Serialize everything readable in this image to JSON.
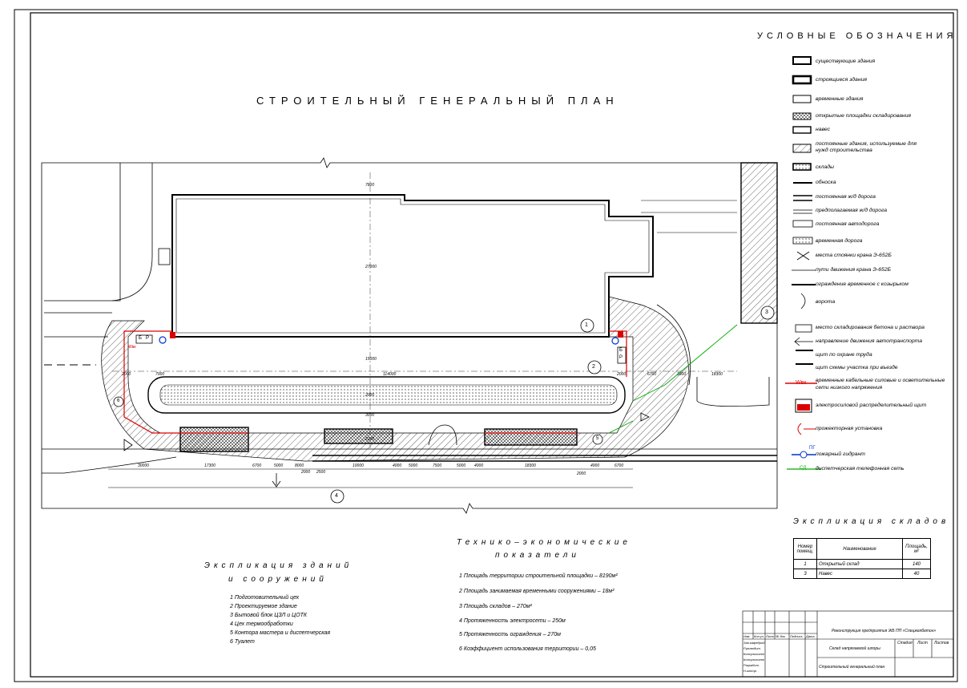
{
  "main_title": "СТРОИТЕЛЬНЫЙ  ГЕНЕРАЛЬНЫЙ  ПЛАН",
  "legend": {
    "title": "УСЛОВНЫЕ  ОБОЗНАЧЕНИЯ",
    "items": [
      "существующие здания",
      "строящиеся здания",
      "временные здания",
      "открытые площадки складирования",
      "навес",
      "постоянные здания, используемые для нужд строительства",
      "склады",
      "обноска",
      "постоянная ж/д дорога",
      "предполагаемая ж/д дорога",
      "постоянная автодорога",
      "временная дорога",
      "места стоянки крана Э-652Б",
      "пути движения крана Э-652Б",
      "ограждение временное с козырьком",
      "ворота",
      "место складирования бетона и раствора",
      "направление движения автотранспорта",
      "щит по охране труда",
      "щит схемы участка при въезде",
      "временные кабельные силовые и осветительные сети низкого напряжения",
      "электросиловой распределительный щит",
      "прожекторная установка",
      "пожарный гидрант",
      "диспетчерская телефонная сеть"
    ],
    "wvk_label": "Wвк",
    "pg_label": "ПГ",
    "sd_label": "СД"
  },
  "plan": {
    "building_numbers": [
      "1",
      "2",
      "3",
      "4",
      "5",
      "6"
    ],
    "dimensions": [
      "2000",
      "7000",
      "114000",
      "2000",
      "6700",
      "1800",
      "18300",
      "30000",
      "17300",
      "6700",
      "5000",
      "8000",
      "10000",
      "4000",
      "5000",
      "7500",
      "5000",
      "4000",
      "18300",
      "4000",
      "6700",
      "2000",
      "2500",
      "2000",
      "7800",
      "3000",
      "2000",
      "15000",
      "27000",
      "2200"
    ],
    "fence_labels": [
      "Б",
      "Р",
      "Б",
      "Р"
    ],
    "wvk": "Wвк"
  },
  "explication_buildings": {
    "title_line1": "Экспликация  зданий",
    "title_line2": "и  сооружений",
    "items": [
      "1   Подготовительный цех",
      "2   Проектируемое здание",
      "3   Бытовой блок ЦЗЛ и ЦОТК",
      "4   Цех термообработки",
      "5   Контора мастера и диспетчерская",
      "6   Туалет"
    ]
  },
  "tech_indicators": {
    "title_line1": "Технико–экономические",
    "title_line2": "показатели",
    "items": [
      "1   Площадь территории строительной площадки  –  8190м²",
      "2   Площадь занимаемая временными сооружениями  –  18м²",
      "3   Площадь складов  –  270м²",
      "4   Протяженность электросети  –  250м",
      "5   Протяженность ограждения  –  270м",
      "6   Коэффициент использования территории  –  0,05"
    ]
  },
  "warehouses": {
    "title": "Экспликация  складов",
    "headers": [
      "Номер помещ.",
      "Наименование",
      "Площадь, м²"
    ],
    "rows": [
      [
        "1",
        "Открытый склад",
        "140"
      ],
      [
        "3",
        "Навес",
        "40"
      ]
    ]
  },
  "stamp": {
    "project": "Реконструкция предприятия ЖБ ПП «Спецжелбетон»",
    "sheet1": "Склад напрягаемой шпоры",
    "sheet2": "Строительный генеральный план",
    "stage": "Стадия",
    "sheet": "Лист",
    "sheets": "Листов",
    "col_headers": [
      "Изм.",
      "Кол.уч.",
      "Лист",
      "№ док.",
      "Подпись",
      "Дата"
    ],
    "roles": [
      "Зав.кафедрой",
      "Руководит.",
      "Консультант",
      "Консультант",
      "Разработ.",
      "Н.контр."
    ]
  }
}
